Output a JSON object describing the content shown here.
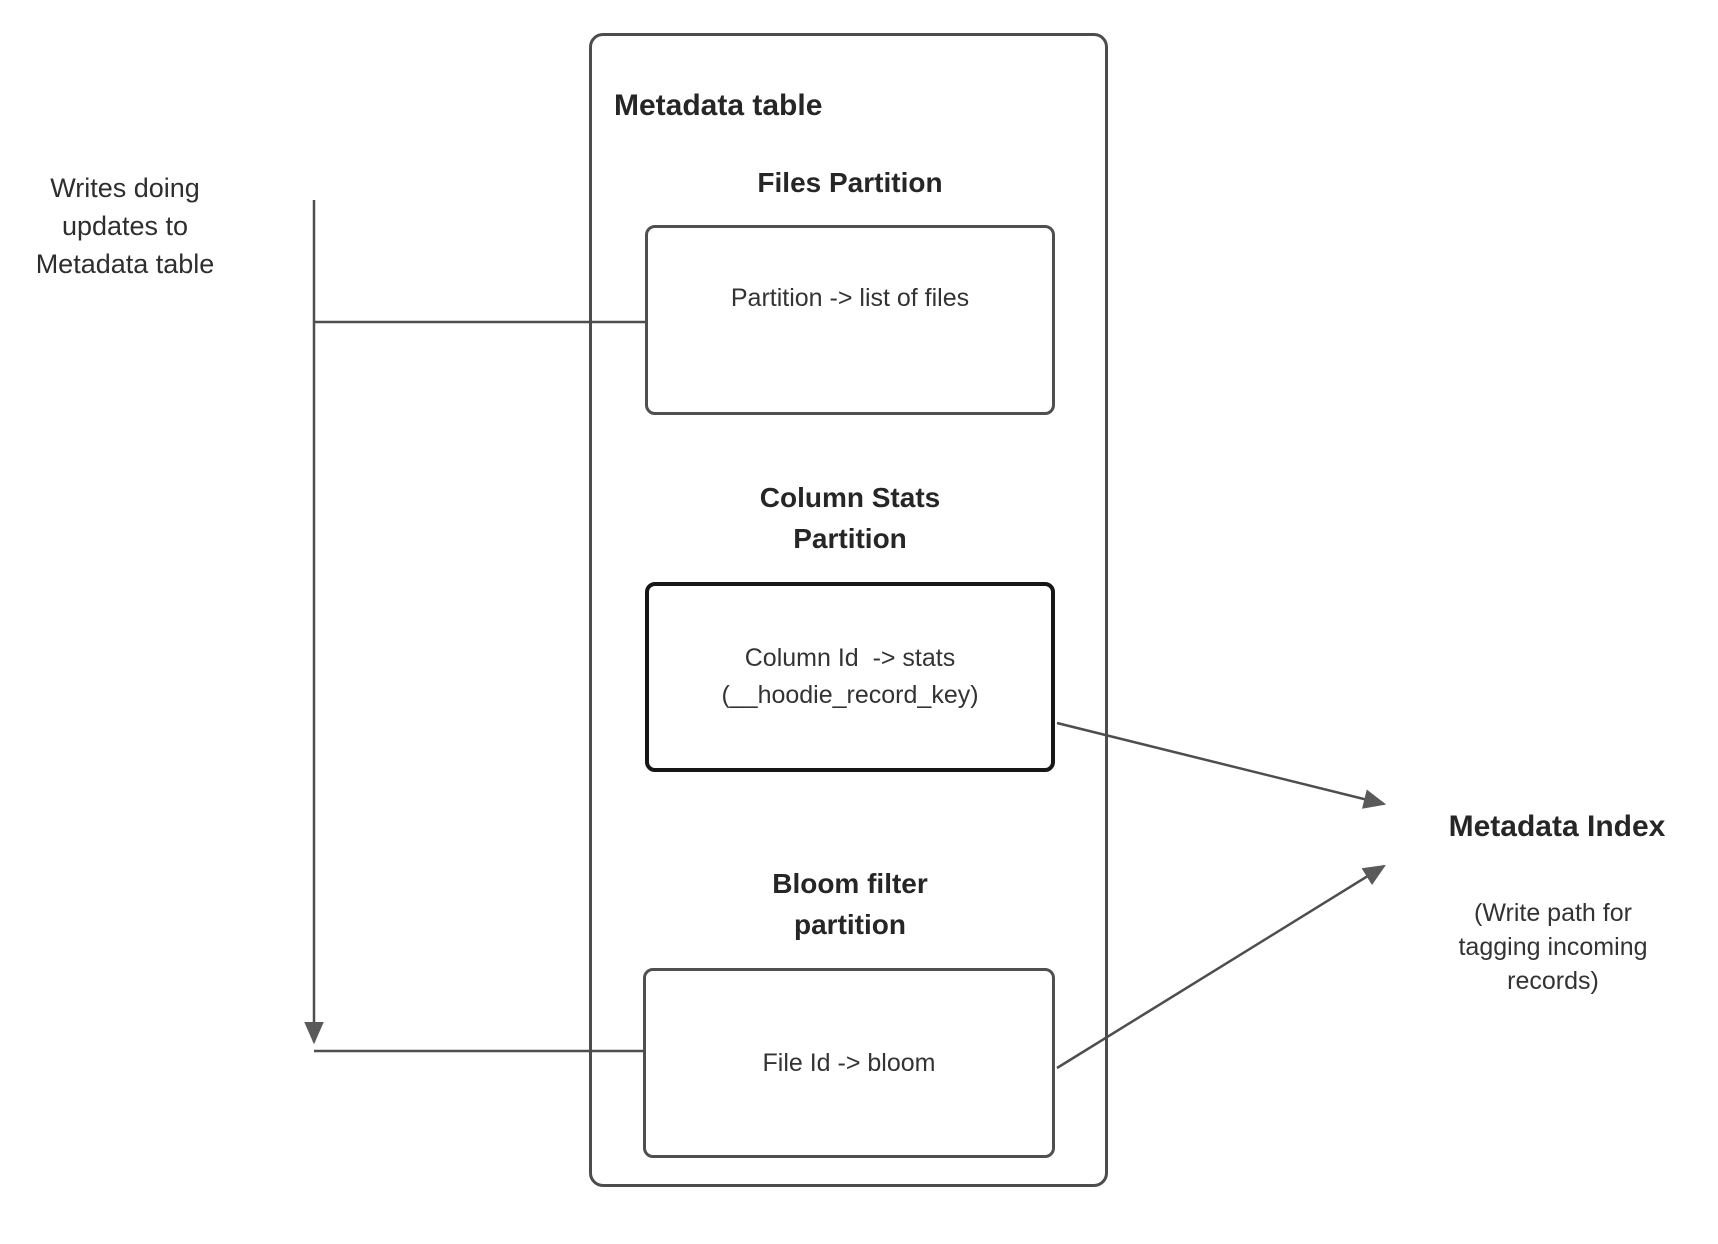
{
  "left_note": "Writes doing\nupdates to\nMetadata table",
  "metadata_table": {
    "title": "Metadata table",
    "partitions": [
      {
        "heading": "Files Partition",
        "mapping": "Partition -> list of files"
      },
      {
        "heading": "Column Stats\nPartition",
        "mapping": "Column Id  -> stats\n(__hoodie_record_key)"
      },
      {
        "heading": "Bloom filter\npartition",
        "mapping": "File Id -> bloom"
      }
    ]
  },
  "metadata_index": {
    "title": "Metadata Index",
    "subtitle": "(Write path for\ntagging incoming\nrecords)"
  },
  "colors": {
    "background": "#ffffff",
    "line_stroke": "#4e4e4e",
    "arrowhead_fill": "#5a5a5a",
    "box_border": "#4f4f4f",
    "emphasis_box_border": "#161616",
    "heading_text": "#262626",
    "body_text": "#333333"
  }
}
